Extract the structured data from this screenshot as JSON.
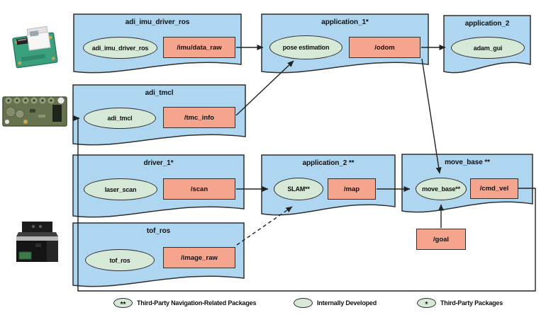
{
  "figure": {
    "packages": [
      {
        "title": "adi_imu_driver_ros",
        "node": "adi_imu_driver_ros",
        "topic": "/imu/data_raw"
      },
      {
        "title": "application_1*",
        "node": "pose estimation",
        "topic": "/odom"
      },
      {
        "title": "application_2",
        "node": "adam_gui"
      },
      {
        "title": "adi_tmcl",
        "node": "adi_tmcl",
        "topic": "/tmc_info"
      },
      {
        "title": "driver_1*",
        "node": "laser_scan",
        "topic": "/scan"
      },
      {
        "title": "application_2 **",
        "node": "SLAM**",
        "topic": "/map"
      },
      {
        "title": "move_base **",
        "node": "move_base**",
        "topic": "/cmd_vel"
      },
      {
        "title": "tof_ros",
        "node": "tof_ros",
        "topic": "/image_raw"
      }
    ],
    "standalone_topic": {
      "label": "/goal"
    },
    "legend": {
      "items": [
        {
          "symbol": "**",
          "label": "Third-Party Navigation-Related Packages"
        },
        {
          "symbol": "",
          "label": "Internally Developed"
        },
        {
          "symbol": "*",
          "label": "Third-Party Packages"
        }
      ]
    },
    "edges": [
      {
        "from": "/imu/data_raw",
        "to": "pose estimation",
        "style": "solid"
      },
      {
        "from": "/tmc_info",
        "to": "pose estimation",
        "style": "solid"
      },
      {
        "from": "/odom",
        "to": "adam_gui",
        "style": "solid"
      },
      {
        "from": "/odom",
        "to": "move_base**",
        "style": "solid"
      },
      {
        "from": "/scan",
        "to": "SLAM**",
        "style": "solid"
      },
      {
        "from": "/map",
        "to": "move_base**",
        "style": "solid"
      },
      {
        "from": "/goal",
        "to": "move_base**",
        "style": "solid"
      },
      {
        "from": "/cmd_vel",
        "to": "adi_tmcl",
        "style": "solid"
      },
      {
        "from": "/image_raw",
        "to": "SLAM**",
        "style": "dashed"
      }
    ],
    "images": [
      "imu-board",
      "tmcl-motor-driver-board",
      "tof-camera"
    ],
    "colors": {
      "package_fill": "#aed6f0",
      "node_fill": "#d6e9d6",
      "topic_fill": "#f5a58e",
      "stroke": "#2f2f2f"
    }
  }
}
